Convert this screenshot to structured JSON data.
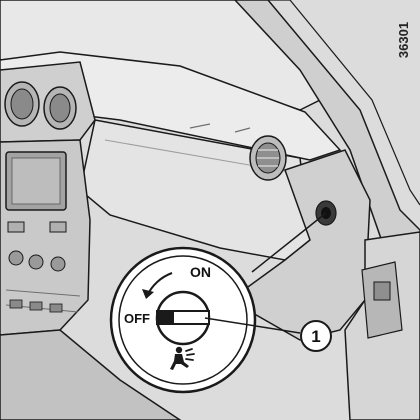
{
  "figure": {
    "reference_code": "36301",
    "callout_number": "1"
  },
  "switch": {
    "on_label": "ON",
    "off_label": "OFF",
    "symbol": "passenger-airbag-icon"
  },
  "colors": {
    "line": "#1a1a1a",
    "panel_light": "#e9e9e9",
    "panel_mid": "#d4d4d4",
    "panel_dark": "#b9b9b9",
    "shadow": "#9c9c9c"
  }
}
